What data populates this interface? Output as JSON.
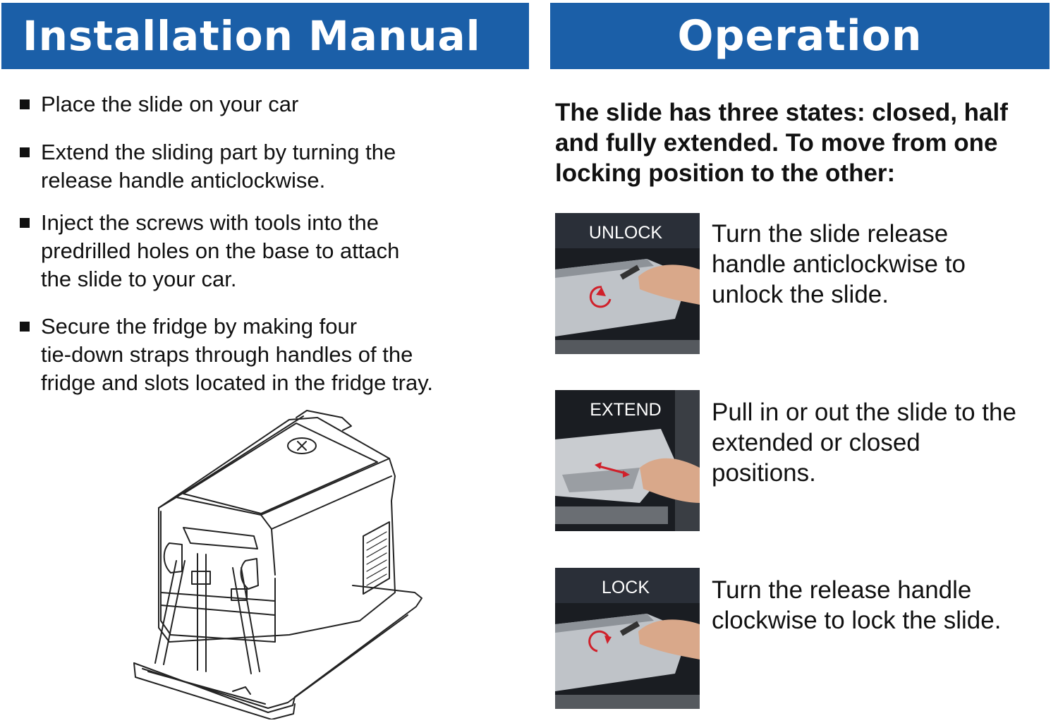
{
  "headers": {
    "left": "Installation Manual",
    "right": "Operation"
  },
  "installation": {
    "items": [
      "Place the slide on your car",
      "Extend the sliding part by turning the\nrelease handle anticlockwise.",
      "Inject the screws with tools into the\npredrilled holes on the base to attach\nthe slide to your car.",
      "Secure the fridge by making four\ntie-down straps through handles of the\nfridge and slots located in the fridge tray."
    ]
  },
  "operation": {
    "intro": "The slide has three states: closed, half\nand fully extended. To move from one\nlocking position to the other:",
    "steps": [
      {
        "label": "UNLOCK",
        "text": "Turn the slide release\nhandle anticlockwise to\nunlock the slide.",
        "arrow": "anticlockwise"
      },
      {
        "label": "EXTEND",
        "text": "Pull in or out the slide to the\nextended or closed\npositions.",
        "arrow": "double"
      },
      {
        "label": "LOCK",
        "text": "Turn the release handle\nclockwise to lock the slide.",
        "arrow": "clockwise"
      }
    ]
  },
  "colors": {
    "header_bg": "#1b5fa8",
    "arrow": "#d0202a"
  }
}
